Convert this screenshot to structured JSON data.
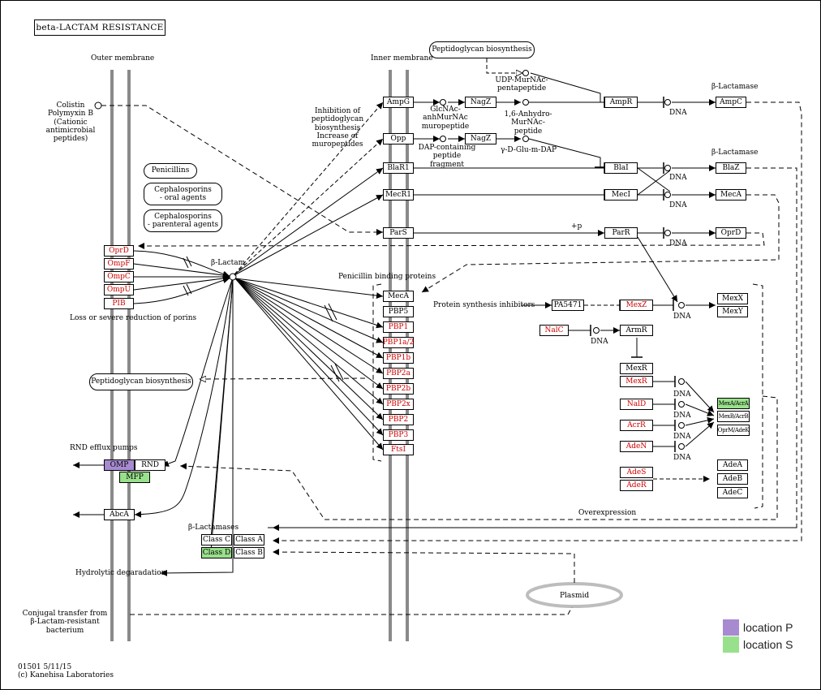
{
  "title": "beta-LACTAM  RESISTANCE",
  "regions": {
    "outer_membrane": "Outer membrane",
    "inner_membrane": "Inner membrane",
    "penicillin_binding_proteins": "Penicillin binding proteins",
    "rnd_efflux_pumps": "RND efflux pumps",
    "beta_lactamases": "β-Lactamases",
    "overexpression": "Overexpression"
  },
  "compounds": {
    "beta_lactam": "β-Lactam",
    "colistin": "Colistin\nPolymyxin B\n(Cationic antimicrobial\npeptides)",
    "glcnac": "GlcNAc-\nanhMurNAc\nmuropeptide",
    "udp_murnac": "UDP-MurNAc-\npentapeptide",
    "anhydro": "1,6-Anhydro-\nMurNAc-peptide",
    "dap_peptide": "DAP-containing\npeptide fragment",
    "glu_dap": "γ-D-Glu-m-DAP",
    "dna": "DNA"
  },
  "drug_boxes": {
    "penicillins": "Penicillins",
    "ceph_oral": "Cephalosporins\n- oral agents",
    "ceph_parenteral": "Cephalosporins\n- parenteral agents"
  },
  "pathways": {
    "pg_top": "Peptidoglycan biosynthesis",
    "pg_left": "Peptidoglycan biosynthesis",
    "plasmid": "Plasmid"
  },
  "notes": {
    "inhibition": "Inhibition of\npeptidoglycan biosynthesis\nIncrease of muropeptides",
    "porins": "Loss or severe reduction of porins",
    "protein_synth": "Protein synthesis inhibitors",
    "hydrolytic": "Hydrolytic degaradation",
    "conjugal": "Conjugal transfer from\nβ-Lactam-resistant bacterium",
    "p_plus": "+p",
    "beta_lactamase_a": "β-Lactamase",
    "beta_lactamase_b": "β-Lactamase"
  },
  "genes": {
    "porins": [
      "OprD",
      "OmpF",
      "OmpC",
      "OmpU",
      "PIB"
    ],
    "inner": [
      "AmpG",
      "Opp",
      "BlaR1",
      "MecR1",
      "ParS"
    ],
    "pbps": [
      "MecA",
      "PBP5",
      "PBP1",
      "PBP1a/2",
      "PBP1b",
      "PBP2a",
      "PBP2b",
      "PBP2x",
      "PBP2",
      "PBP3",
      "FtsI"
    ],
    "nagz": "NagZ",
    "ampr": "AmpR",
    "ampc": "AmpC",
    "blai": "BlaI",
    "blaz": "BlaZ",
    "meci": "MecI",
    "meca2": "MecA",
    "parr": "ParR",
    "oprd2": "OprD",
    "pa5471": "PA5471",
    "mexz": "MexZ",
    "mexx": "MexX",
    "mexy": "MexY",
    "nalc": "NalC",
    "armr": "ArmR",
    "mexr_black": "MexR",
    "mexr_red": "MexR",
    "nald": "NalD",
    "acrr": "AcrR",
    "aden": "AdeN",
    "ades": "AdeS",
    "ader": "AdeR",
    "mexa_oprm": "MexA/AcrA",
    "mexb_acrb": "MexB/AcrB",
    "oprm_adek": "OprM/AdeK",
    "adea": "AdeA",
    "adeb": "AdeB",
    "adec": "AdeC",
    "omp": "OMP",
    "rnd": "RND",
    "mfp": "MFP",
    "abca": "AbcA",
    "class_a": "Class A",
    "class_b": "Class B",
    "class_c": "Class C",
    "class_d": "Class D"
  },
  "legend": [
    {
      "label": "location P",
      "color": "#a78ad0"
    },
    {
      "label": "location S",
      "color": "#99e08c"
    }
  ],
  "footer": {
    "id_date": "01501 5/11/15",
    "copyright": "(c) Kanehisa Laboratories"
  },
  "colors": {
    "gene_red": "#d00000",
    "location_p": "#a78ad0",
    "location_s": "#99e08c",
    "membrane": "#8a8a8a"
  }
}
